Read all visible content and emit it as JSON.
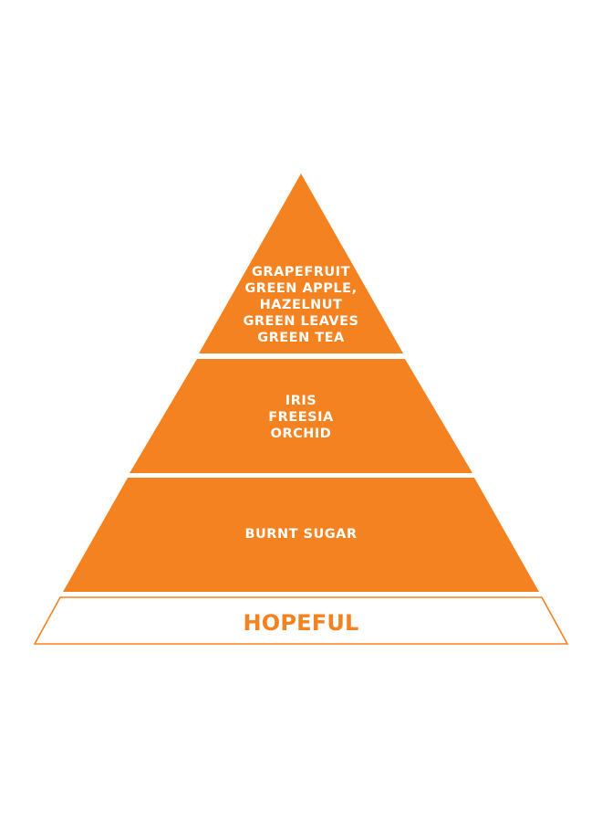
{
  "colors": {
    "accent": "#f58220",
    "divider": "#ffffff",
    "background": "#ffffff"
  },
  "pyramid": {
    "top_notes": [
      "GRAPEFRUIT",
      "GREEN APPLE,",
      "HAZELNUT",
      "GREEN LEAVES",
      "GREEN TEA"
    ],
    "heart_notes": [
      "IRIS",
      "FREESIA",
      "ORCHID"
    ],
    "base_notes": [
      "BURNT SUGAR"
    ],
    "name": "HOPEFUL"
  }
}
